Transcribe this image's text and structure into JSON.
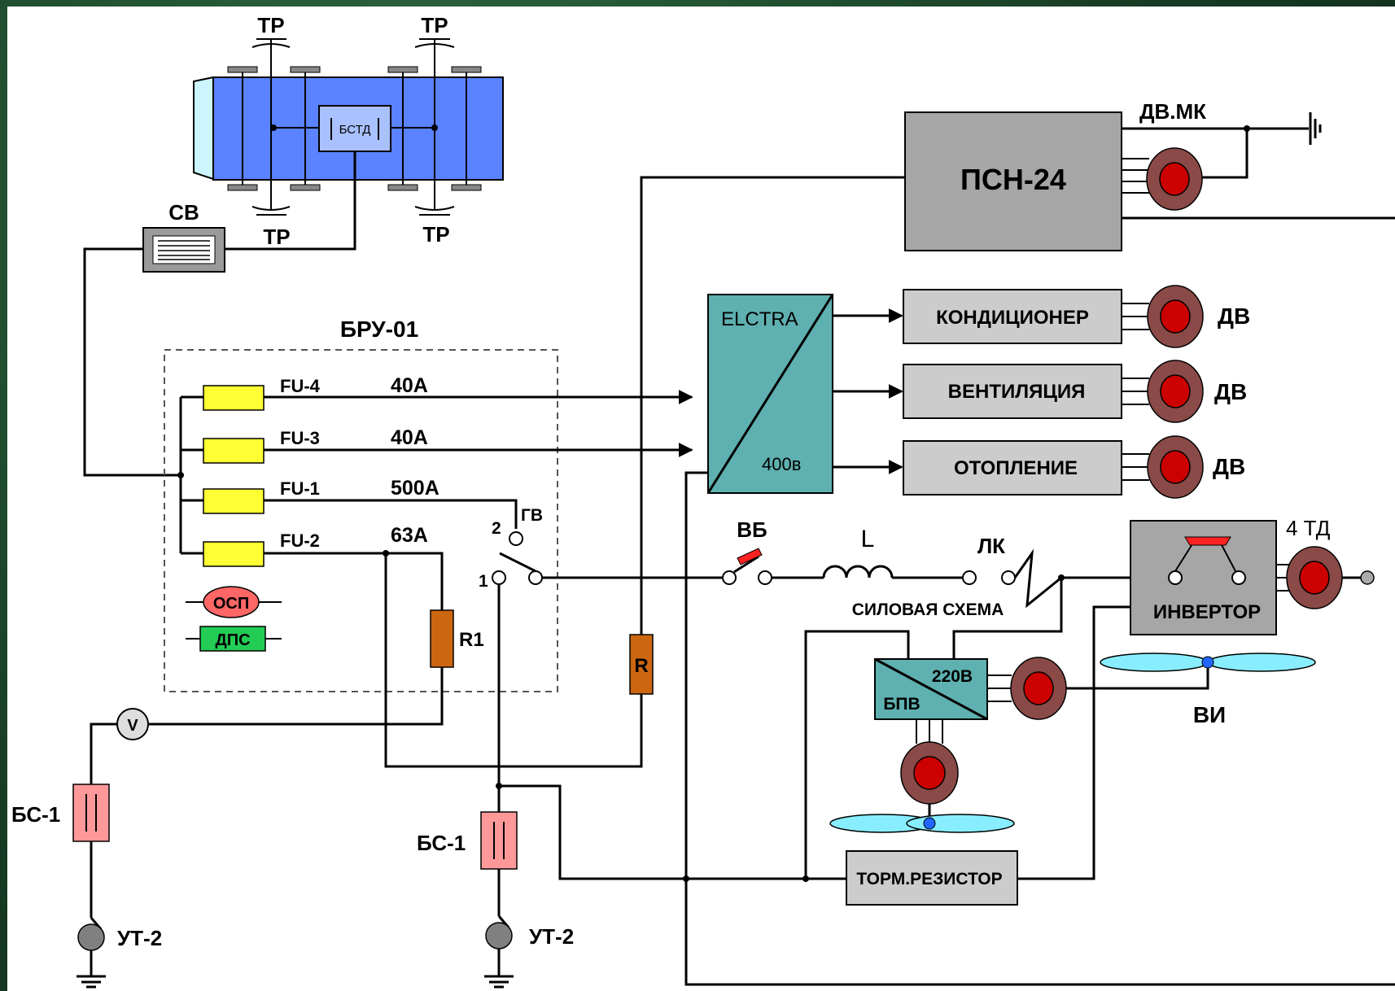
{
  "colors": {
    "frame": "#1f4a2e",
    "bogie": "#5b82ff",
    "teal": "#5fb0b0",
    "gray_box": "#a6a6a6",
    "light_box": "#cccccc",
    "fuse": "#ffff33",
    "motor_ring": "#8a4a47",
    "motor_core": "#cc0000",
    "resistor": "#cc6611",
    "fan": "#88eeff",
    "osp": "#ff6666",
    "dps": "#22cc55",
    "bs": "#ff9999"
  },
  "labels": {
    "tr_tl": "ТР",
    "tr_tr": "ТР",
    "tr_bl": "ТР",
    "tr_br": "ТР",
    "bstd": "БСТД",
    "sv": "СВ",
    "bru": "БРУ-01",
    "fu4": "FU-4",
    "fu3": "FU-3",
    "fu1": "FU-1",
    "fu2": "FU-2",
    "a40_1": "40А",
    "a40_2": "40А",
    "a500": "500А",
    "a63": "63А",
    "gv": "ГВ",
    "pos2": "2",
    "pos1": "1",
    "osp": "ОСП",
    "dps": "ДПС",
    "r1": "R1",
    "r": "R",
    "v": "V",
    "bs1_left": "БС-1",
    "bs1_mid": "БС-1",
    "ut2_left": "УТ-2",
    "ut2_mid": "УТ-2",
    "psn": "ПСН-24",
    "dvmk": "ДВ.МК",
    "elctra": "ELCTRA",
    "v400": "400в",
    "kond": "КОНДИЦИОНЕР",
    "vent": "ВЕНТИЛЯЦИЯ",
    "otop": "ОТОПЛЕНИЕ",
    "dv1": "ДВ",
    "dv2": "ДВ",
    "dv3": "ДВ",
    "vb": "ВБ",
    "l": "L",
    "lk": "ЛК",
    "silovaya": "СИЛОВАЯ СХЕМА",
    "td4": "4 ТД",
    "invertor": "ИНВЕРТОР",
    "bpv": "БПВ",
    "v220": "220В",
    "vi": "ВИ",
    "torm": "ТОРМ.РЕЗИСТОР"
  }
}
